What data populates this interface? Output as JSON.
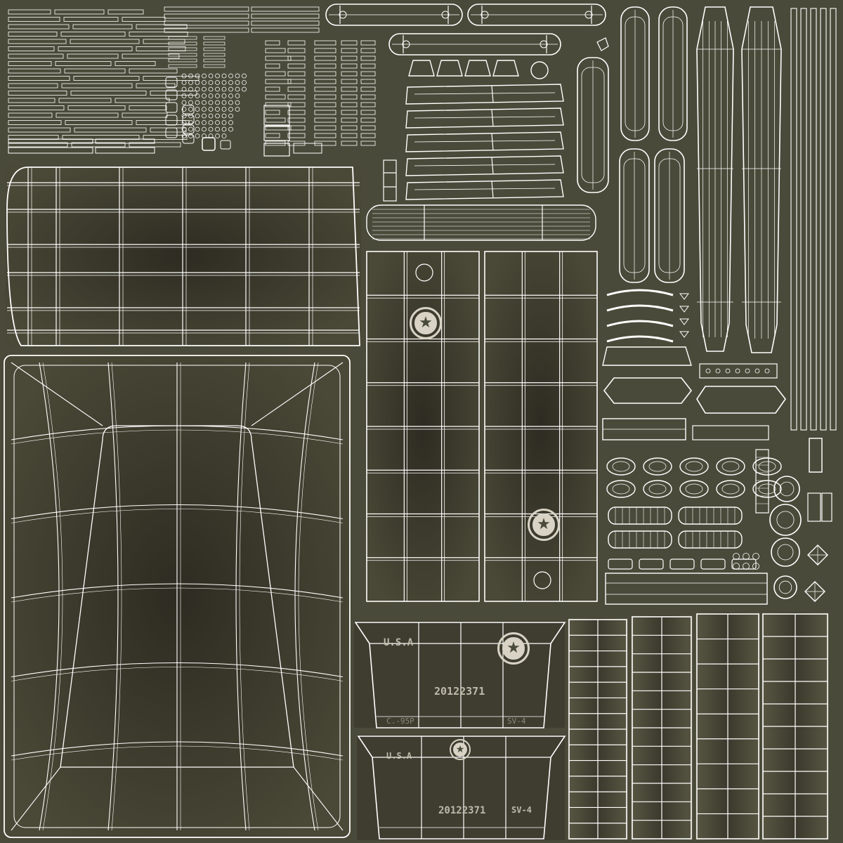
{
  "colors": {
    "background": "#4a4a3a",
    "shell_dark": "#3a382c",
    "wireframe": "#ffffff",
    "stencil": "#c9c4b4"
  },
  "icons": {
    "emblem": "star-in-circle-icon"
  },
  "markings": {
    "country": "U.S.A",
    "serial": "20122371",
    "code_right": "SV-4",
    "code_left_faded": "C.-95P"
  }
}
